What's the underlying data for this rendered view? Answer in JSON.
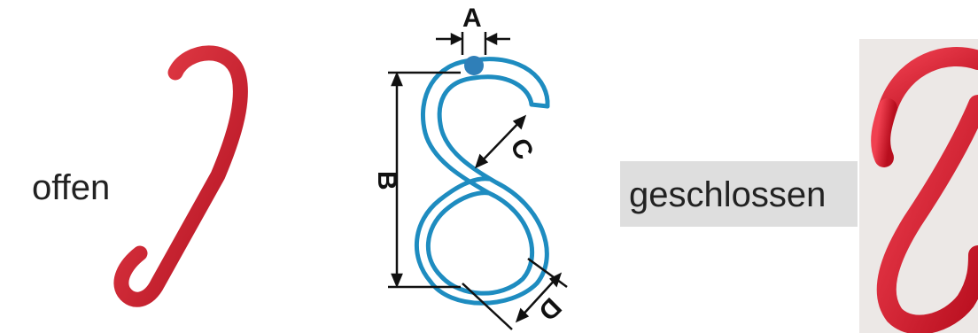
{
  "labels": {
    "open": "offen",
    "closed": "geschlossen"
  },
  "diagram": {
    "dim_a": "A",
    "dim_b": "B",
    "dim_c": "C",
    "dim_d": "D"
  },
  "colors": {
    "hook_red": "#d42030",
    "diagram_blue": "#1e8cc0",
    "label_bg": "#dedede"
  }
}
